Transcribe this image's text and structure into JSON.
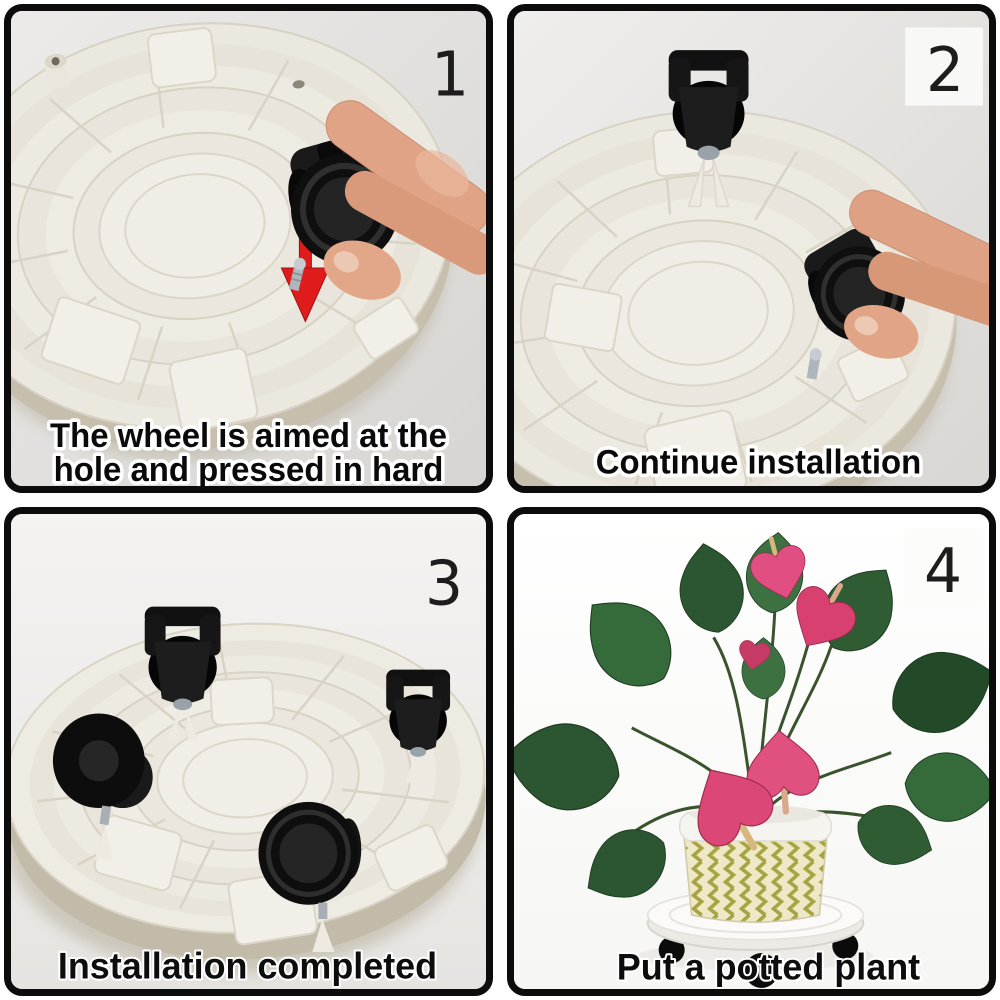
{
  "page": {
    "background": "#ffffff",
    "panel_border_color": "#0c0c0c",
    "description_icons": [
      "red-arrow-down-icon",
      "caster-wheel-icon",
      "hand-icon",
      "plant-icon"
    ]
  },
  "colors": {
    "arrow_red": "#e01b1b",
    "caster_black": "#141414",
    "caddy_plastic": "#edeae2",
    "caddy_rim": "#c6bfae",
    "skin": "#dfa284",
    "leaf_green": "#2f5c33",
    "flower_pink": "#df4a80",
    "pot_chevron_olive": "#a6a442",
    "dolly_white": "#f4f2ee"
  },
  "panels": [
    {
      "step": "1",
      "caption_line1": "The wheel is aimed at the",
      "caption_line2": "hole and pressed in hard"
    },
    {
      "step": "2",
      "caption_line1": "Continue installation",
      "caption_line2": ""
    },
    {
      "step": "3",
      "caption_line1": "Installation completed",
      "caption_line2": ""
    },
    {
      "step": "4",
      "caption_line1": "Put a potted plant",
      "caption_line2": ""
    }
  ]
}
